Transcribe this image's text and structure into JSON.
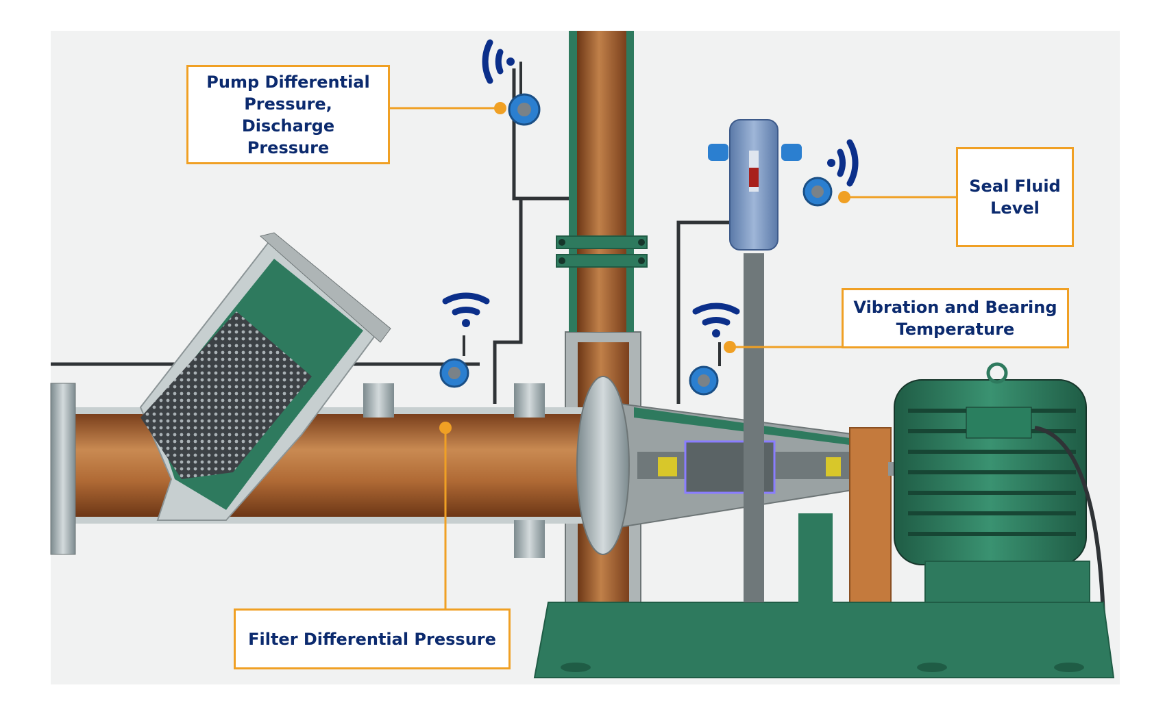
{
  "labels": {
    "pump_line1": "Pump Differential",
    "pump_line2": "Pressure, Discharge",
    "pump_line3": "Pressure",
    "seal_line1": "Seal Fluid",
    "seal_line2": "Level",
    "vibration_line1": "Vibration and Bearing",
    "vibration_line2": "Temperature",
    "filter": "Filter Differential Pressure"
  },
  "colors": {
    "callout_border": "#f0a024",
    "callout_text": "#0b2a6e",
    "wireless_icon": "#0b2f8a",
    "pipe_copper": "#b06a35",
    "machine_green": "#2e7a5e",
    "transmitter_blue": "#2b7fd0"
  },
  "icons": [
    "wireless-icon",
    "transmitter-icon",
    "callout-dot-icon"
  ]
}
